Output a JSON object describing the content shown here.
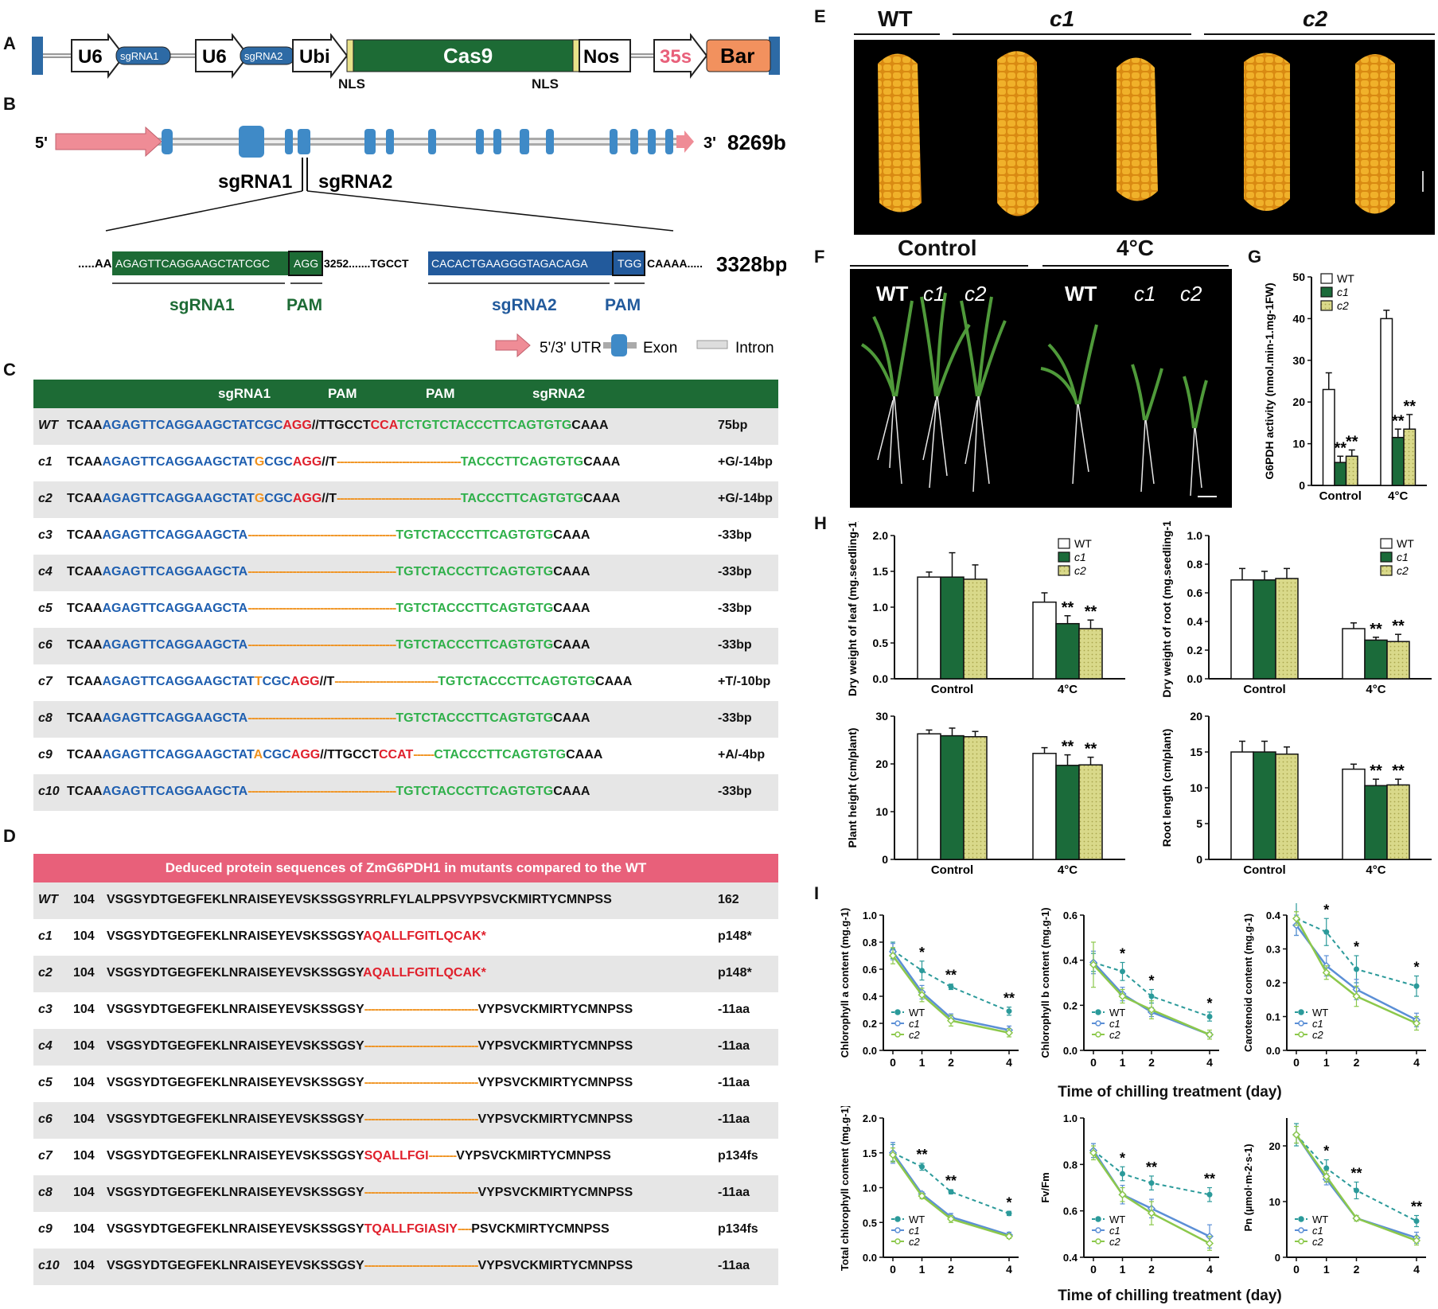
{
  "panel_labels": [
    "A",
    "B",
    "C",
    "D",
    "E",
    "F",
    "G",
    "H",
    "I"
  ],
  "A": {
    "items": [
      "U6",
      "sgRNA1",
      "U6",
      "sgRNA2",
      "Ubi",
      "Cas9",
      "Nos",
      "35s",
      "Bar"
    ],
    "nls": [
      "NLS",
      "NLS"
    ]
  },
  "B": {
    "five": "5'",
    "three": "3'",
    "length": "8269b",
    "sg1": "sgRNA1",
    "sg2": "sgRNA2",
    "seq_left": ".....AA",
    "sg1_seq": "AGAGTTCAGGAAGCTATCGC",
    "pam1": "AGG",
    "mid": "3252.......TGCCT",
    "sg2_seq": "CACACTGAAGGGTAGACAGA",
    "pam2": "TGG",
    "seq_right": "CAAAA.....",
    "bp": "3328bp",
    "sg1_label": "sgRNA1",
    "pam1_label": "PAM",
    "sg2_label": "sgRNA2",
    "pam2_label": "PAM",
    "legend": [
      "5'/3' UTR",
      "Exon",
      "Intron"
    ]
  },
  "C": {
    "header": [
      "sgRNA1",
      "PAM",
      "PAM",
      "sgRNA2"
    ],
    "rows": [
      {
        "name": "WT",
        "left": "TCAA",
        "blue": "AGAGTTCAGGAAGCTATCGC",
        "ins": "",
        "red1": "AGG",
        "mid": "//TTGCCT",
        "red2": "CCA",
        "dash": "",
        "green": "TCTGTCTACCCTTCAGTGTG",
        "end": "CAAA",
        "note": "75bp"
      },
      {
        "name": "c1",
        "left": "TCAA",
        "blue": "AGAGTTCAGGAAGCTAT",
        "ins": "G",
        "blue2": "CGC",
        "red1": "AGG",
        "mid": "//T",
        "red2": "",
        "dash": "------------------------------------",
        "green": "TACCCTTCAGTGTG",
        "end": "CAAA",
        "note": "+G/-14bp"
      },
      {
        "name": "c2",
        "left": "TCAA",
        "blue": "AGAGTTCAGGAAGCTAT",
        "ins": "G",
        "blue2": "CGC",
        "red1": "AGG",
        "mid": "//T",
        "red2": "",
        "dash": "------------------------------------",
        "green": "TACCCTTCAGTGTG",
        "end": "CAAA",
        "note": "+G/-14bp"
      },
      {
        "name": "c3",
        "left": "TCAA",
        "blue": "AGAGTTCAGGAAGCTA",
        "ins": "",
        "red1": "",
        "mid": "",
        "red2": "",
        "dash": "-------------------------------------------",
        "green": "TGTCTACCCTTCAGTGTG",
        "end": "CAAA",
        "note": "-33bp"
      },
      {
        "name": "c4",
        "left": "TCAA",
        "blue": "AGAGTTCAGGAAGCTA",
        "ins": "",
        "red1": "",
        "mid": "",
        "red2": "",
        "dash": "-------------------------------------------",
        "green": "TGTCTACCCTTCAGTGTG",
        "end": "CAAA",
        "note": "-33bp"
      },
      {
        "name": "c5",
        "left": "TCAA",
        "blue": "AGAGTTCAGGAAGCTA",
        "ins": "",
        "red1": "",
        "mid": "",
        "red2": "",
        "dash": "-------------------------------------------",
        "green": "TGTCTACCCTTCAGTGTG",
        "end": "CAAA",
        "note": "-33bp"
      },
      {
        "name": "c6",
        "left": "TCAA",
        "blue": "AGAGTTCAGGAAGCTA",
        "ins": "",
        "red1": "",
        "mid": "",
        "red2": "",
        "dash": "-------------------------------------------",
        "green": "TGTCTACCCTTCAGTGTG",
        "end": "CAAA",
        "note": "-33bp"
      },
      {
        "name": "c7",
        "left": "TCAA",
        "blue": "AGAGTTCAGGAAGCTAT",
        "ins": "T",
        "blue2": "CGC",
        "red1": "AGG",
        "mid": "//T",
        "red2": "",
        "dash": "------------------------------",
        "green": "TGTCTACCCTTCAGTGTG",
        "end": "CAAA",
        "note": "+T/-10bp"
      },
      {
        "name": "c8",
        "left": "TCAA",
        "blue": "AGAGTTCAGGAAGCTA",
        "ins": "",
        "red1": "",
        "mid": "",
        "red2": "",
        "dash": "-------------------------------------------",
        "green": "TGTCTACCCTTCAGTGTG",
        "end": "CAAA",
        "note": "-33bp"
      },
      {
        "name": "c9",
        "left": "TCAA",
        "blue": "AGAGTTCAGGAAGCTAT",
        "ins": "A",
        "blue2": "CGC",
        "red1": "AGG",
        "mid": "//TTGCCT",
        "red2": "CCAT",
        "dash": "------",
        "green": "CTACCCTTCAGTGTG",
        "end": "CAAA",
        "note": "+A/-4bp"
      },
      {
        "name": "c10",
        "left": "TCAA",
        "blue": "AGAGTTCAGGAAGCTA",
        "ins": "",
        "red1": "",
        "mid": "",
        "red2": "",
        "dash": "-------------------------------------------",
        "green": "TGTCTACCCTTCAGTGTG",
        "end": "CAAA",
        "note": "-33bp"
      }
    ]
  },
  "D": {
    "header": "Deduced protein sequences of ZmG6PDH1 in mutants compared to the WT",
    "rows": [
      {
        "name": "WT",
        "pos": "104",
        "seq": "VSGSYDTGEGFEKLNRAISEYEVSKSSGSYRRLFYLALPPSVYPSVCKMIRTYCMNPSS",
        "red": "",
        "dash": "",
        "tail": "",
        "note": "162"
      },
      {
        "name": "c1",
        "pos": "104",
        "seq": "VSGSYDTGEGFEKLNRAISEYEVSKSSGSY",
        "red": "AQALLFGITLQCAK*",
        "dash": "",
        "tail": "",
        "note": "p148*"
      },
      {
        "name": "c2",
        "pos": "104",
        "seq": "VSGSYDTGEGFEKLNRAISEYEVSKSSGSY",
        "red": "AQALLFGITLQCAK*",
        "dash": "",
        "tail": "",
        "note": "p148*"
      },
      {
        "name": "c3",
        "pos": "104",
        "seq": "VSGSYDTGEGFEKLNRAISEYEVSKSSGSY",
        "red": "",
        "dash": "---------------------------------",
        "tail": "VYPSVCKMIRTYCMNPSS",
        "note": "-11aa"
      },
      {
        "name": "c4",
        "pos": "104",
        "seq": "VSGSYDTGEGFEKLNRAISEYEVSKSSGSY",
        "red": "",
        "dash": "---------------------------------",
        "tail": "VYPSVCKMIRTYCMNPSS",
        "note": "-11aa"
      },
      {
        "name": "c5",
        "pos": "104",
        "seq": "VSGSYDTGEGFEKLNRAISEYEVSKSSGSY",
        "red": "",
        "dash": "---------------------------------",
        "tail": "VYPSVCKMIRTYCMNPSS",
        "note": "-11aa"
      },
      {
        "name": "c6",
        "pos": "104",
        "seq": "VSGSYDTGEGFEKLNRAISEYEVSKSSGSY",
        "red": "",
        "dash": "---------------------------------",
        "tail": "VYPSVCKMIRTYCMNPSS",
        "note": "-11aa"
      },
      {
        "name": "c7",
        "pos": "104",
        "seq": "VSGSYDTGEGFEKLNRAISEYEVSKSSGSY",
        "red": "SQALLFGI",
        "dash": "--------",
        "tail": "VYPSVCKMIRTYCMNPSS",
        "note": "p134fs"
      },
      {
        "name": "c8",
        "pos": "104",
        "seq": "VSGSYDTGEGFEKLNRAISEYEVSKSSGSY",
        "red": "",
        "dash": "---------------------------------",
        "tail": "VYPSVCKMIRTYCMNPSS",
        "note": "-11aa"
      },
      {
        "name": "c9",
        "pos": "104",
        "seq": "VSGSYDTGEGFEKLNRAISEYEVSKSSGSY",
        "red": "TQALLFGIASIY",
        "dash": "----",
        "tail": "PSVCKMIRTYCMNPSS",
        "note": "p134fs"
      },
      {
        "name": "c10",
        "pos": "104",
        "seq": "VSGSYDTGEGFEKLNRAISEYEVSKSSGSY",
        "red": "",
        "dash": "---------------------------------",
        "tail": "VYPSVCKMIRTYCMNPSS",
        "note": "-11aa"
      }
    ]
  },
  "E": {
    "groups": [
      "WT",
      "c1",
      "c2"
    ]
  },
  "F": {
    "groups": [
      "Control",
      "4°C"
    ],
    "lines": [
      "WT",
      "c1",
      "c2",
      "WT",
      "c1",
      "c2"
    ]
  },
  "legend_genotypes": [
    "WT",
    "c1",
    "c2"
  ],
  "x_time_label": "Time of chilling treatment (day)",
  "colors": {
    "wt": "#ffffff",
    "c1": "#1b6b3a",
    "c2": "#d9d98a",
    "wt_line": "#2b9a9a",
    "c1_line": "#5b8fd6",
    "c2_line": "#8cc84b",
    "green_bar": "#1d6b35",
    "red_bar": "#e8607a"
  },
  "chart_data": [
    {
      "id": "G",
      "type": "bar",
      "ylabel": "G6PDH activity (nmol.min-1.mg-1FW)",
      "categories": [
        "Control",
        "4°C"
      ],
      "ylim": [
        0,
        50
      ],
      "yticks": [
        0,
        10,
        20,
        30,
        40,
        50
      ],
      "series": [
        {
          "name": "WT",
          "values": [
            23,
            40
          ],
          "err": [
            4,
            2
          ]
        },
        {
          "name": "c1",
          "values": [
            5.5,
            11.5
          ],
          "err": [
            1.5,
            2
          ]
        },
        {
          "name": "c2",
          "values": [
            7,
            13.5
          ],
          "err": [
            1.5,
            3.5
          ]
        }
      ],
      "sig": [
        [
          "",
          "**",
          "**"
        ],
        [
          "",
          "**",
          "**"
        ]
      ]
    },
    {
      "id": "H1",
      "type": "bar",
      "ylabel": "Dry weight of leaf (mg.seedling-1)",
      "categories": [
        "Control",
        "4°C"
      ],
      "ylim": [
        0,
        2.0
      ],
      "yticks": [
        0.0,
        0.5,
        1.0,
        1.5,
        2.0
      ],
      "series": [
        {
          "name": "WT",
          "values": [
            1.42,
            1.07
          ],
          "err": [
            0.07,
            0.13
          ]
        },
        {
          "name": "c1",
          "values": [
            1.42,
            0.77
          ],
          "err": [
            0.34,
            0.11
          ]
        },
        {
          "name": "c2",
          "values": [
            1.39,
            0.7
          ],
          "err": [
            0.2,
            0.12
          ]
        }
      ],
      "sig": [
        [
          "",
          "",
          ""
        ],
        [
          "",
          "**",
          "**"
        ]
      ]
    },
    {
      "id": "H2",
      "type": "bar",
      "ylabel": "Dry weight of root (mg.seedling-1)",
      "categories": [
        "Control",
        "4°C"
      ],
      "ylim": [
        0,
        1.0
      ],
      "yticks": [
        0.0,
        0.2,
        0.4,
        0.6,
        0.8,
        1.0
      ],
      "series": [
        {
          "name": "WT",
          "values": [
            0.69,
            0.35
          ],
          "err": [
            0.08,
            0.04
          ]
        },
        {
          "name": "c1",
          "values": [
            0.69,
            0.27
          ],
          "err": [
            0.06,
            0.02
          ]
        },
        {
          "name": "c2",
          "values": [
            0.7,
            0.26
          ],
          "err": [
            0.07,
            0.05
          ]
        }
      ],
      "sig": [
        [
          "",
          "",
          ""
        ],
        [
          "",
          "**",
          "**"
        ]
      ]
    },
    {
      "id": "H3",
      "type": "bar",
      "ylabel": "Plant height (cm/plant)",
      "categories": [
        "Control",
        "4°C"
      ],
      "ylim": [
        0,
        30
      ],
      "yticks": [
        0,
        10,
        20,
        30
      ],
      "series": [
        {
          "name": "WT",
          "values": [
            26.3,
            22.2
          ],
          "err": [
            0.8,
            1.2
          ]
        },
        {
          "name": "c1",
          "values": [
            25.9,
            19.7
          ],
          "err": [
            1.6,
            2.2
          ]
        },
        {
          "name": "c2",
          "values": [
            25.7,
            19.8
          ],
          "err": [
            1.1,
            1.6
          ]
        }
      ],
      "sig": [
        [
          "",
          "",
          ""
        ],
        [
          "",
          "**",
          "**"
        ]
      ]
    },
    {
      "id": "H4",
      "type": "bar",
      "ylabel": "Root length (cm/plant)",
      "categories": [
        "Control",
        "4°C"
      ],
      "ylim": [
        0,
        20
      ],
      "yticks": [
        0,
        5,
        10,
        15,
        20
      ],
      "series": [
        {
          "name": "WT",
          "values": [
            15.0,
            12.6
          ],
          "err": [
            1.5,
            0.7
          ]
        },
        {
          "name": "c1",
          "values": [
            15.0,
            10.3
          ],
          "err": [
            1.5,
            0.9
          ]
        },
        {
          "name": "c2",
          "values": [
            14.7,
            10.4
          ],
          "err": [
            1.0,
            0.8
          ]
        }
      ],
      "sig": [
        [
          "",
          "",
          ""
        ],
        [
          "",
          "**",
          "**"
        ]
      ]
    },
    {
      "id": "I1",
      "type": "line",
      "ylabel": "Chlorophyll a content (mg.g-1)",
      "x": [
        0,
        1,
        2,
        4
      ],
      "ylim": [
        0,
        1.0
      ],
      "yticks": [
        0.0,
        0.2,
        0.4,
        0.6,
        0.8,
        1.0
      ],
      "series": [
        {
          "name": "WT",
          "values": [
            0.74,
            0.59,
            0.47,
            0.29
          ],
          "err": [
            0.06,
            0.07,
            0.02,
            0.03
          ]
        },
        {
          "name": "c1",
          "values": [
            0.73,
            0.43,
            0.24,
            0.15
          ],
          "err": [
            0.06,
            0.05,
            0.03,
            0.03
          ]
        },
        {
          "name": "c2",
          "values": [
            0.7,
            0.41,
            0.22,
            0.13
          ],
          "err": [
            0.06,
            0.05,
            0.04,
            0.03
          ]
        }
      ],
      "sig": [
        "",
        "*",
        "**",
        "**"
      ]
    },
    {
      "id": "I2",
      "type": "line",
      "ylabel": "Chlorophyll b content (mg.g-1)",
      "x": [
        0,
        1,
        2,
        4
      ],
      "ylim": [
        0,
        0.6
      ],
      "yticks": [
        0.0,
        0.2,
        0.4,
        0.6
      ],
      "series": [
        {
          "name": "WT",
          "values": [
            0.39,
            0.35,
            0.24,
            0.15
          ],
          "err": [
            0.04,
            0.04,
            0.03,
            0.02
          ]
        },
        {
          "name": "c1",
          "values": [
            0.39,
            0.25,
            0.17,
            0.07
          ],
          "err": [
            0.05,
            0.03,
            0.02,
            0.01
          ]
        },
        {
          "name": "c2",
          "values": [
            0.38,
            0.24,
            0.18,
            0.07
          ],
          "err": [
            0.1,
            0.03,
            0.04,
            0.02
          ]
        }
      ],
      "sig": [
        "",
        "*",
        "*",
        "*"
      ]
    },
    {
      "id": "I3",
      "type": "line",
      "ylabel": "Carotenoid content (mg.g-1)",
      "x": [
        0,
        1,
        2,
        4
      ],
      "ylim": [
        0,
        0.4
      ],
      "yticks": [
        0.0,
        0.1,
        0.2,
        0.3,
        0.4
      ],
      "series": [
        {
          "name": "WT",
          "values": [
            0.39,
            0.35,
            0.24,
            0.19
          ],
          "err": [
            0.05,
            0.04,
            0.04,
            0.03
          ]
        },
        {
          "name": "c1",
          "values": [
            0.37,
            0.25,
            0.18,
            0.09
          ],
          "err": [
            0.03,
            0.03,
            0.03,
            0.02
          ]
        },
        {
          "name": "c2",
          "values": [
            0.39,
            0.23,
            0.16,
            0.08
          ],
          "err": [
            0.02,
            0.02,
            0.03,
            0.02
          ]
        }
      ],
      "sig": [
        "",
        "*",
        "*",
        "*"
      ]
    },
    {
      "id": "I4",
      "type": "line",
      "ylabel": "Total chlorophyll content (mg.g-1)",
      "x": [
        0,
        1,
        2,
        4
      ],
      "ylim": [
        0,
        2.0
      ],
      "yticks": [
        0.0,
        0.5,
        1.0,
        1.5,
        2.0
      ],
      "series": [
        {
          "name": "WT",
          "values": [
            1.5,
            1.3,
            0.94,
            0.63
          ],
          "err": [
            0.12,
            0.05,
            0.03,
            0.03
          ]
        },
        {
          "name": "c1",
          "values": [
            1.5,
            0.91,
            0.58,
            0.32
          ],
          "err": [
            0.15,
            0.03,
            0.05,
            0.04
          ]
        },
        {
          "name": "c2",
          "values": [
            1.47,
            0.88,
            0.55,
            0.3
          ],
          "err": [
            0.1,
            0.04,
            0.05,
            0.03
          ]
        }
      ],
      "sig": [
        "",
        "**",
        "**",
        "*"
      ]
    },
    {
      "id": "I5",
      "type": "line",
      "ylabel": "Fv/Fm",
      "x": [
        0,
        1,
        2,
        4
      ],
      "ylim": [
        0.4,
        1.0
      ],
      "yticks": [
        0.4,
        0.6,
        0.8,
        1.0
      ],
      "series": [
        {
          "name": "WT",
          "values": [
            0.86,
            0.76,
            0.72,
            0.67
          ],
          "err": [
            0.03,
            0.03,
            0.03,
            0.03
          ]
        },
        {
          "name": "c1",
          "values": [
            0.86,
            0.67,
            0.61,
            0.49
          ],
          "err": [
            0.03,
            0.04,
            0.04,
            0.05
          ]
        },
        {
          "name": "c2",
          "values": [
            0.85,
            0.67,
            0.59,
            0.46
          ],
          "err": [
            0.03,
            0.03,
            0.05,
            0.03
          ]
        }
      ],
      "sig": [
        "",
        "*",
        "**",
        "**"
      ]
    },
    {
      "id": "I6",
      "type": "line",
      "ylabel": "Pn (µmol·m-2·s-1)",
      "x": [
        0,
        1,
        2,
        4
      ],
      "ylim": [
        0,
        25
      ],
      "yticks": [
        0,
        10,
        20
      ],
      "series": [
        {
          "name": "WT",
          "values": [
            22,
            16,
            12,
            6.5
          ],
          "err": [
            2,
            1.5,
            1.5,
            1
          ]
        },
        {
          "name": "c1",
          "values": [
            22,
            14,
            7,
            3.5
          ],
          "err": [
            1.5,
            1,
            0.5,
            1
          ]
        },
        {
          "name": "c2",
          "values": [
            22,
            14.5,
            7,
            3
          ],
          "err": [
            1.5,
            1,
            0.5,
            0.8
          ]
        }
      ],
      "sig": [
        "",
        "*",
        "**",
        "**"
      ]
    }
  ]
}
